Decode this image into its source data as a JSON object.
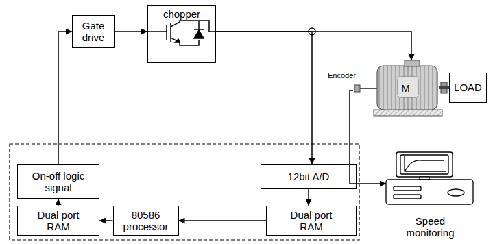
{
  "diagram": {
    "nodes": [
      {
        "text": [
          "Gate drive"
        ]
      },
      {
        "text": [
          "chopper"
        ]
      },
      {
        "text": [
          "M"
        ]
      },
      {
        "text": [
          "LOAD"
        ]
      },
      {
        "text": [
          "On-off logic signal"
        ]
      },
      {
        "text": [
          "12bit A/D"
        ]
      },
      {
        "text": [
          "Speed monitoring"
        ]
      },
      {
        "text": [
          "Dual port RAM"
        ]
      },
      {
        "text": [
          "80586 processor"
        ]
      },
      {
        "text": [
          "Dual port RAM"
        ]
      }
    ],
    "edges": [
      {
        "from": 4,
        "to": 0,
        "arrow": "to"
      },
      {
        "from": 0,
        "to": 1,
        "arrow": "to"
      },
      {
        "from": 1,
        "to": 2,
        "arrow": "to"
      },
      {
        "from": 2,
        "to": 3,
        "arrow": "none"
      },
      {
        "from": 1,
        "to": 5,
        "arrow": "to"
      },
      {
        "from": 5,
        "to": 9,
        "arrow": "to"
      },
      {
        "from": 9,
        "to": 8,
        "arrow": "to"
      },
      {
        "from": 8,
        "to": 7,
        "arrow": "to"
      },
      {
        "from": 7,
        "to": 4,
        "arrow": "to"
      },
      {
        "from": 2,
        "to": 6,
        "arrow": "to"
      }
    ],
    "labels": [
      "Encoder"
    ]
  }
}
